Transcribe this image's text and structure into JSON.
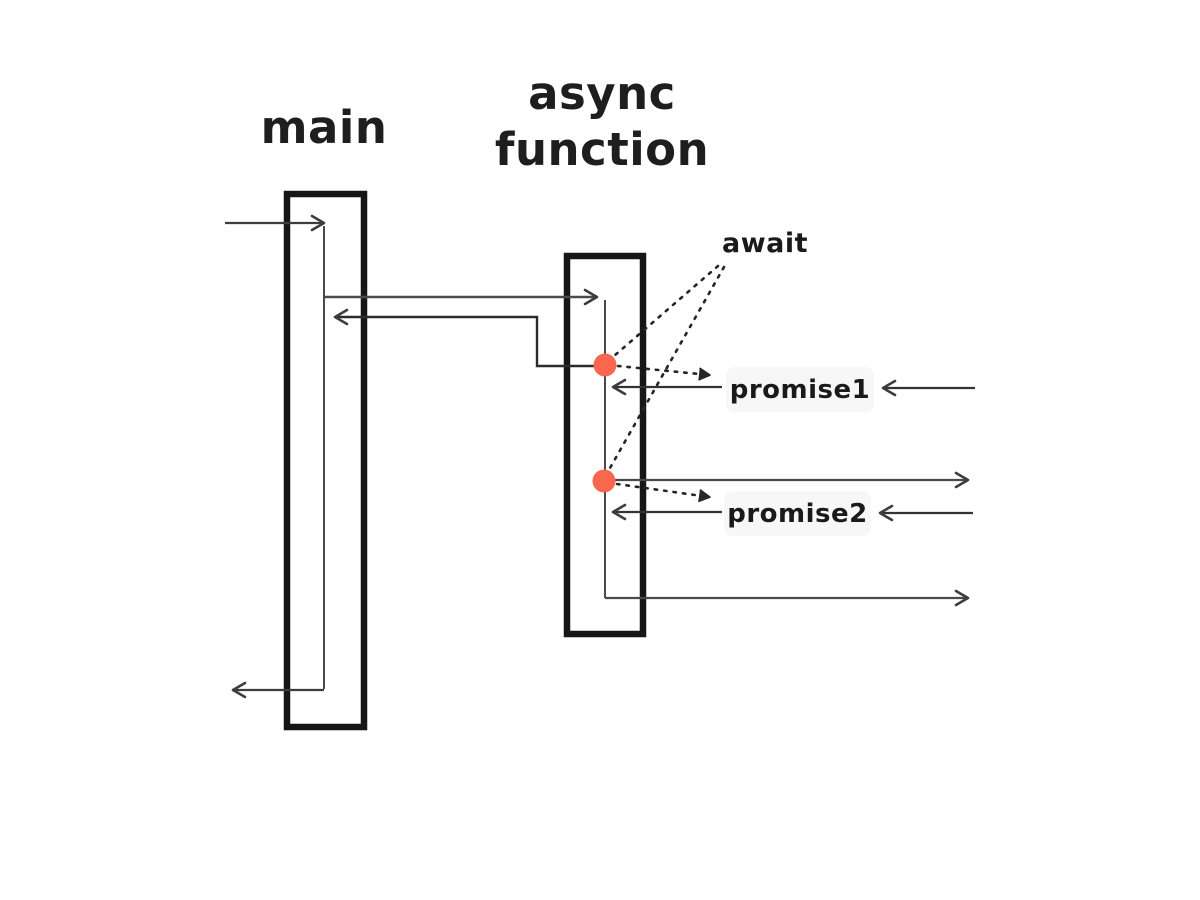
{
  "diagram": {
    "lanes": [
      {
        "label": "main"
      },
      {
        "label": "async function"
      }
    ],
    "annotations": {
      "await": "await",
      "promise1": "promise1",
      "promise2": "promise2"
    },
    "colors": {
      "background": "#ffffff",
      "box_border": "#161616",
      "flow_line": "#3d3d3d",
      "dashed_line": "#262626",
      "await_dot": "#f9684e",
      "promise_label_bg": "#f7f7f7",
      "text": "#1e1e1e"
    }
  }
}
